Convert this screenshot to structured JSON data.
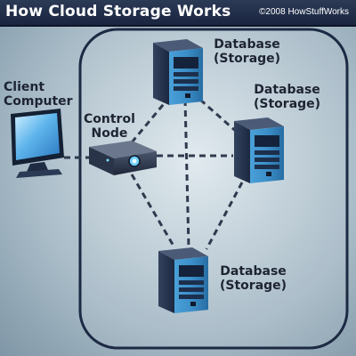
{
  "header": {
    "title": "How Cloud Storage Works",
    "copyright": "©2008 HowStuffWorks"
  },
  "nodes": {
    "client": {
      "line1": "Client",
      "line2": "Computer"
    },
    "control": {
      "line1": "Control",
      "line2": "Node"
    },
    "database_top": {
      "line1": "Database",
      "line2": "(Storage)"
    },
    "database_right": {
      "line1": "Database",
      "line2": "(Storage)"
    },
    "database_bottom": {
      "line1": "Database",
      "line2": "(Storage)"
    }
  },
  "colors": {
    "title_bar": "#1a2540",
    "cloud_border": "#1d2a44",
    "server_blue": "#3c8fc9",
    "server_dark": "#2b3c58",
    "connection": "#2f3a4e"
  }
}
